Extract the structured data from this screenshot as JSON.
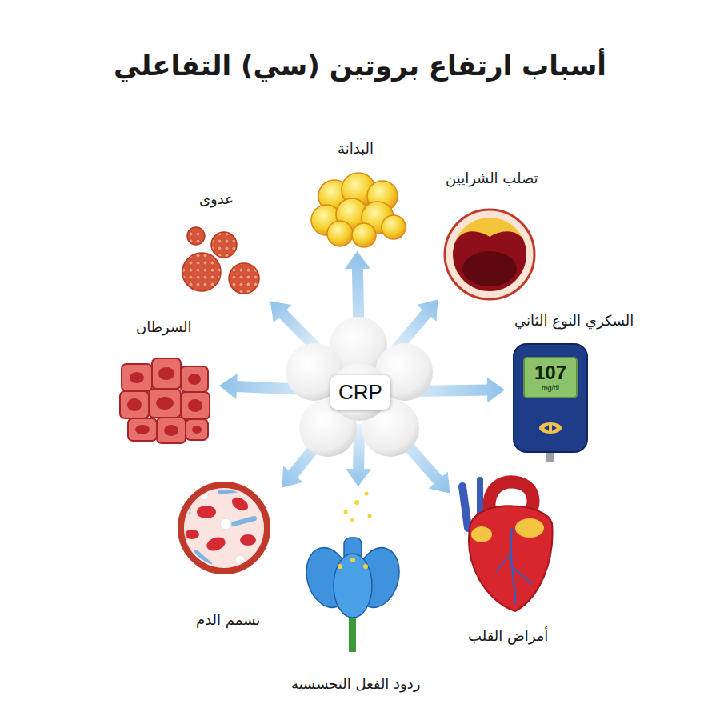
{
  "diagram": {
    "title": "أسباب ارتفاع بروتين (سي) التفاعلي",
    "nodes": [
      {
        "text": [
          "CRP"
        ]
      },
      {
        "text": [
          "البدانة"
        ]
      },
      {
        "text": [
          "تصلب الشرايين"
        ]
      },
      {
        "text": [
          "السكري النوع الثاني"
        ]
      },
      {
        "text": [
          "أمراض القلب"
        ]
      },
      {
        "text": [
          "ردود الفعل التحسسية"
        ]
      },
      {
        "text": [
          "تسمم الدم"
        ]
      },
      {
        "text": [
          "السرطان"
        ]
      },
      {
        "text": [
          "عدوى"
        ]
      }
    ],
    "edges": [
      {
        "from": 0,
        "to": 1,
        "arrow": "to"
      },
      {
        "from": 0,
        "to": 2,
        "arrow": "to"
      },
      {
        "from": 0,
        "to": 3,
        "arrow": "to"
      },
      {
        "from": 0,
        "to": 4,
        "arrow": "to"
      },
      {
        "from": 0,
        "to": 5,
        "arrow": "to"
      },
      {
        "from": 0,
        "to": 6,
        "arrow": "to"
      },
      {
        "from": 0,
        "to": 7,
        "arrow": "to"
      },
      {
        "from": 0,
        "to": 8,
        "arrow": "to"
      }
    ],
    "labels": [
      "107",
      "mg/dl"
    ]
  }
}
